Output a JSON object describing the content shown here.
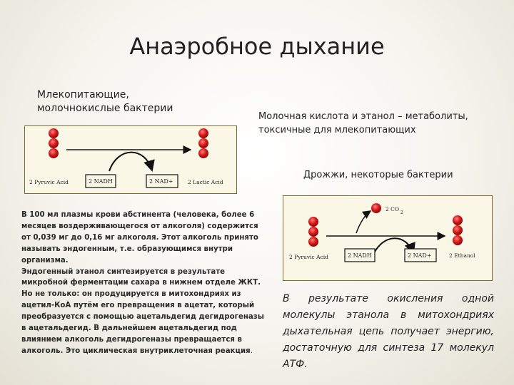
{
  "title": "Анаэробное дыхание",
  "caption_mammals_line1": "Млекопитающие,",
  "caption_mammals_line2": "молочнокислые бактерии",
  "caption_toxic_line1": "Молочная кислота  и этанол – метаболиты,",
  "caption_toxic_line2": "токсичные для млекопитающих",
  "caption_yeast": "Дрожжи, некоторые бактерии",
  "diagram_lactic": {
    "left_label": "2 Pyruvic Acid",
    "box_left": "2 NADH",
    "box_right": "2 NAD+",
    "right_label": "2 Lactic Acid",
    "colors": {
      "molecule": "#d81818",
      "arrow": "#111111"
    }
  },
  "diagram_ethanol": {
    "left_label": "2 Pyruvic Acid",
    "box_left": "2 NADH",
    "box_right": "2 NAD+",
    "right_label": "2 Ethanol",
    "co2_label": "2 CO",
    "co2_sub": "2"
  },
  "paragraph": {
    "p1": "В 100 мл плазмы крови абстинента (человека, более 6 месяцев воздерживающегося от алкоголя) содержится от 0,039 мг до 0,16 мг алкоголя. Этот алкоголь принято называть эндогенным, т.е. образующимся внутри организма.",
    "p2": "Эндогенный этанол синтезируется в результате микробной ферментации сахара в нижнем отделе ЖКТ. Но не только: он продуцируется в митохондриях из ацетил-КоА путём его превращения в ацетат, который преобразуется с помощью ацетальдегид дегидрогеназы в ацетальдегид. В дальнейшем ацетальдегид под влиянием алкоголь дегидрогеназы превращается в алкоголь. Это циклическая внутриклеточная реакция",
    "p2_end": "."
  },
  "result_text": "В результате окисления одной молекулы этанола в митохондриях дыхательная цепь получает энергию, достаточную для синтеза 17 молекул АТФ."
}
